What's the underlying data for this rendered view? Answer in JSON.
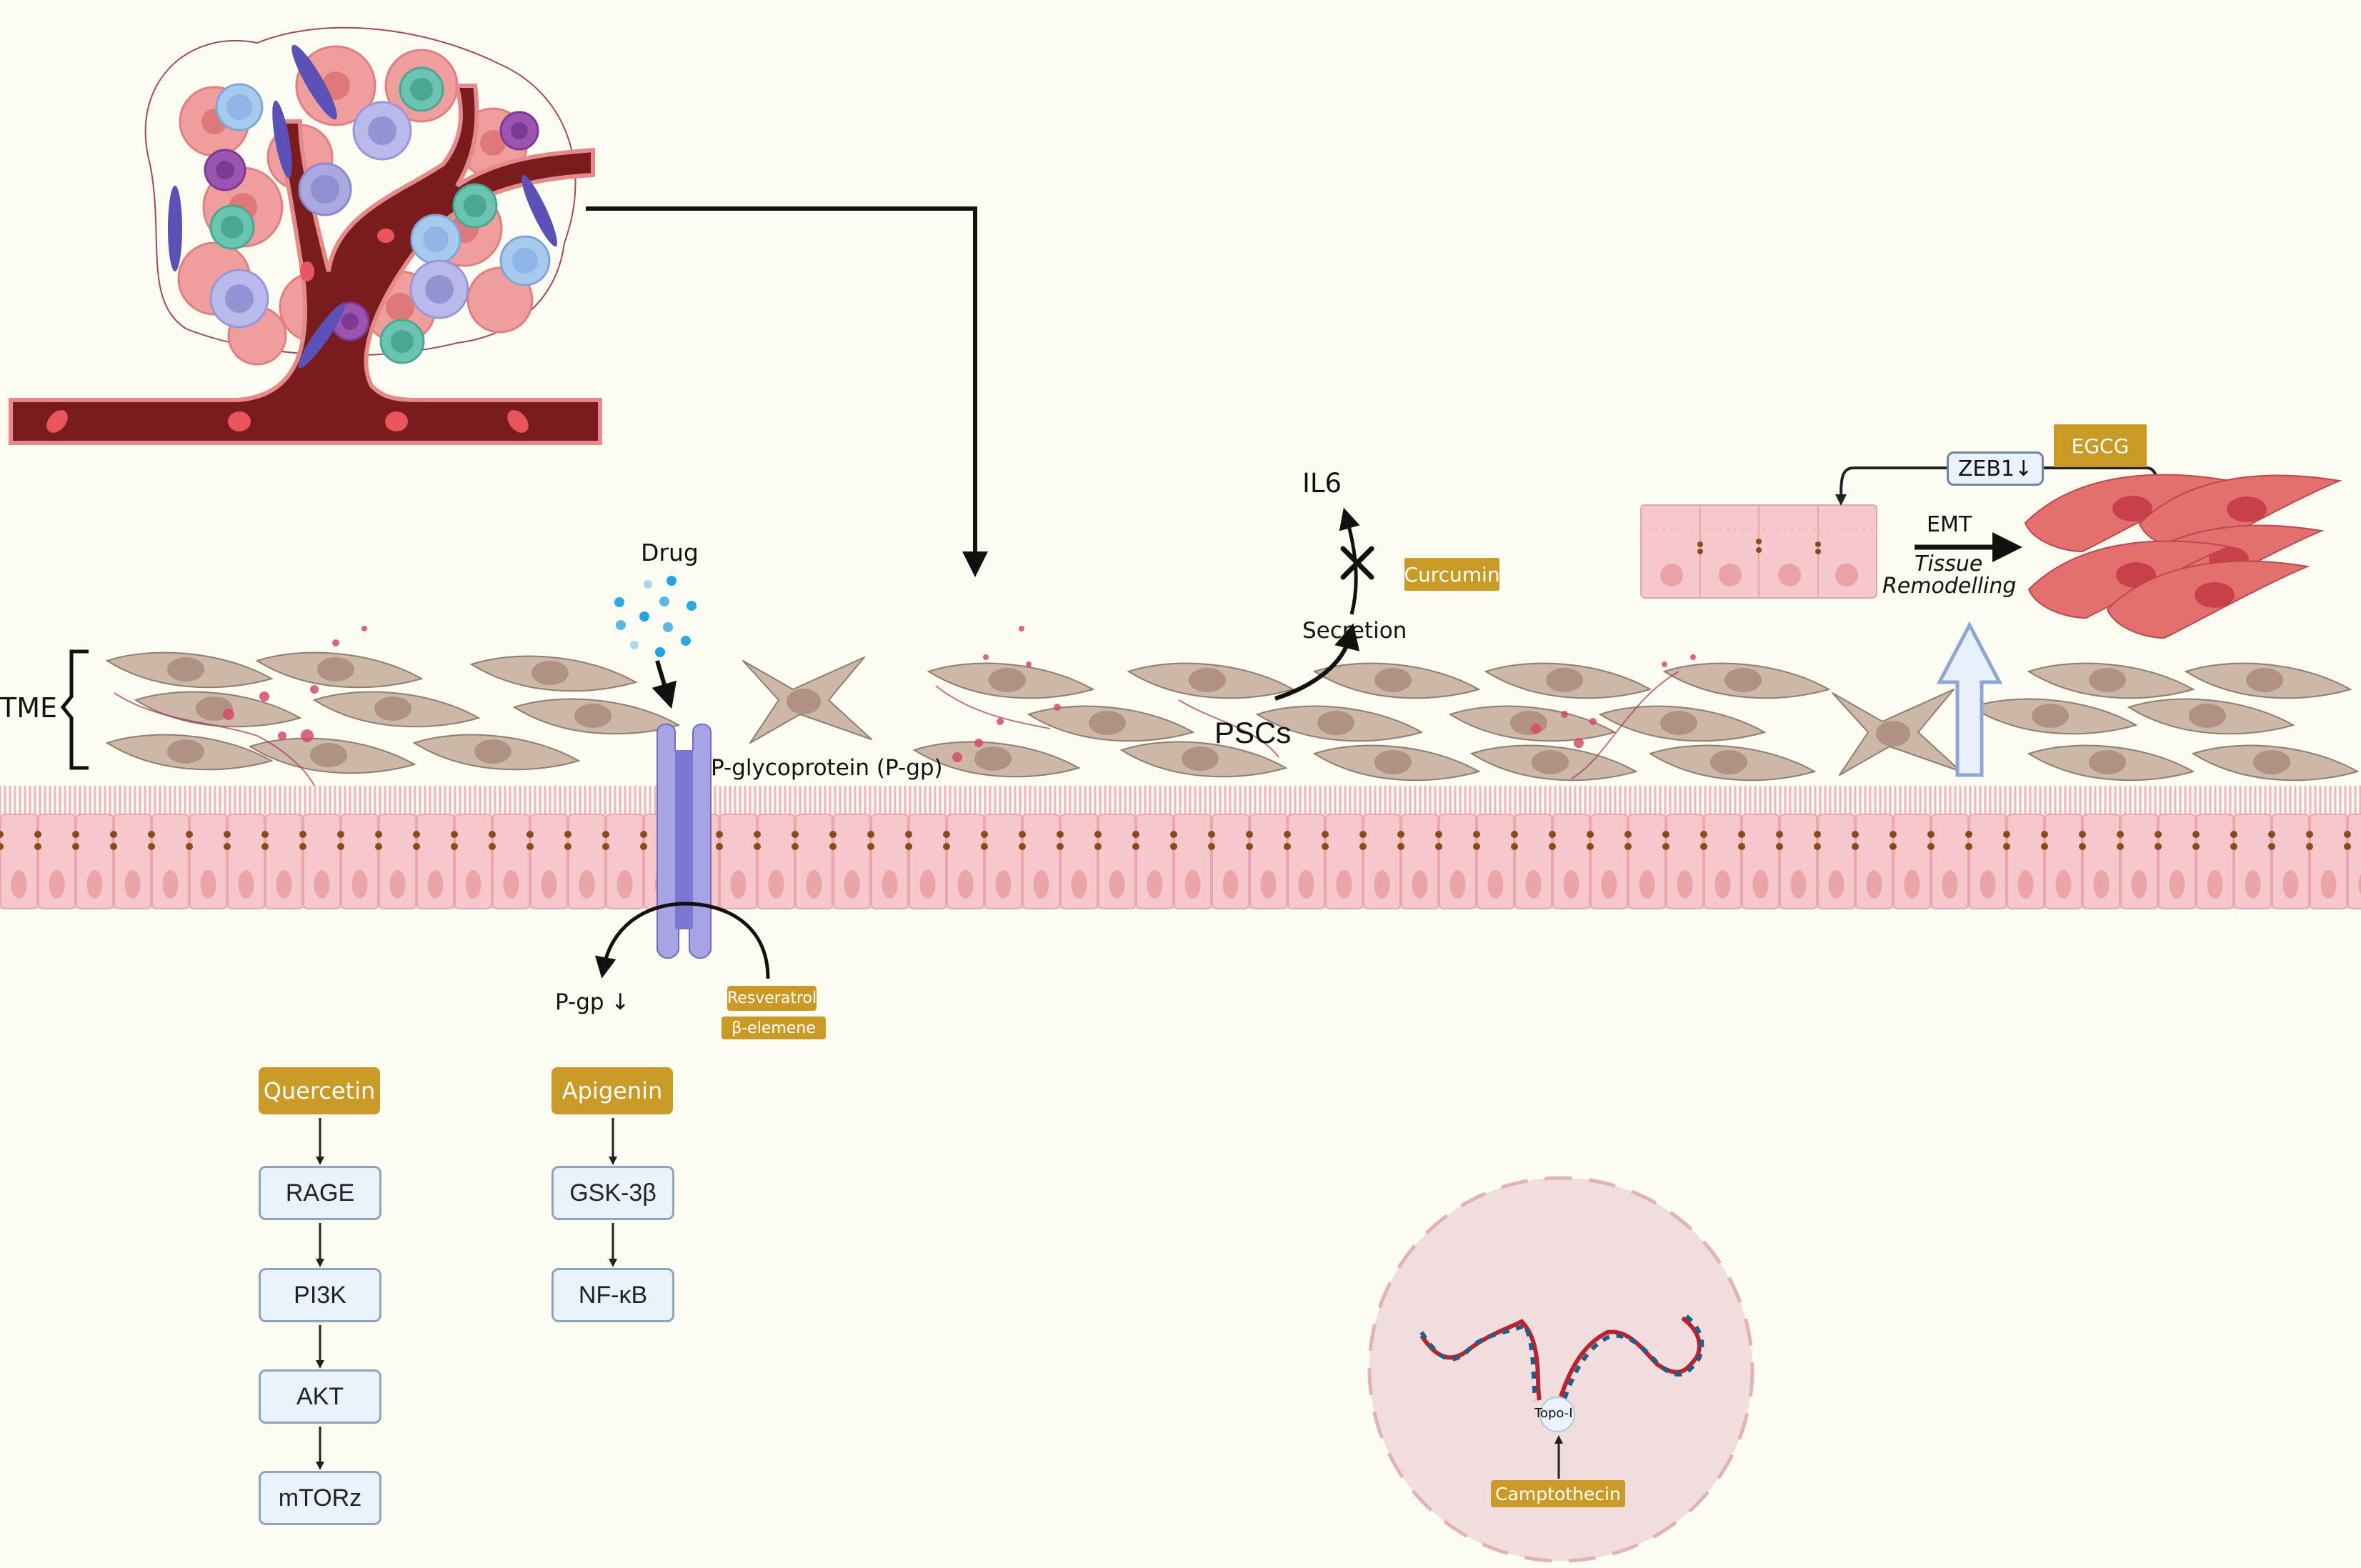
{
  "figure": {
    "title": "Natural compounds targeting the pancreatic tumor microenvironment",
    "colors": {
      "background": "#fdfcf3",
      "drug_tag": "#c99a25",
      "pathway_node_fill": "#e9f1fb",
      "pathway_node_border": "#8ea3bd",
      "epithelium": "#f6c8cb",
      "stellate_cell": "#cdb8a8",
      "vessel": "#7a1c1e",
      "pgp_protein": "#8f8bd6",
      "mesenchymal_cell": "#e06a6a",
      "nucleus_circle": "#f0dede"
    }
  },
  "tumor": {
    "icon": "tumor-vasculature-icon"
  },
  "tme": {
    "label": "TME"
  },
  "drug": {
    "label": "Drug"
  },
  "pgp": {
    "label": "P-glycoprotein (P-gp)",
    "effect_label": "P-gp ↓",
    "inhibitors": [
      "Resveratrol",
      "β-elemene"
    ]
  },
  "pscs": {
    "label": "PSCs",
    "secretion_label": "Secretion",
    "cytokine_label": "IL6",
    "inhibitor": "Curcumin"
  },
  "emt": {
    "inhibitor": "EGCG",
    "target_label": "ZEB1↓",
    "process_label": "EMT",
    "process_sublabel_1": "Tissue",
    "process_sublabel_2": "Remodelling"
  },
  "pathways": [
    {
      "drug": "Quercetin",
      "nodes": [
        "RAGE",
        "PI3K",
        "AKT",
        "mTORz"
      ]
    },
    {
      "drug": "Apigenin",
      "nodes": [
        "GSK-3β",
        "NF-κB"
      ]
    }
  ],
  "nucleus": {
    "enzyme_label": "Topo-I",
    "inhibitor": "Camptothecin"
  }
}
